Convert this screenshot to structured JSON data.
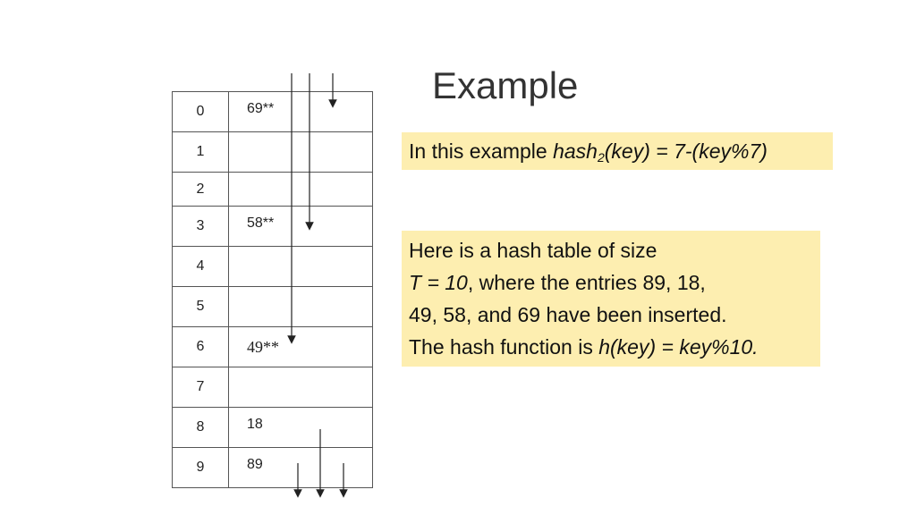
{
  "title": "Example",
  "table": {
    "rows": [
      {
        "index": "0",
        "value": "69**"
      },
      {
        "index": "1",
        "value": ""
      },
      {
        "index": "2",
        "value": ""
      },
      {
        "index": "3",
        "value": "58**"
      },
      {
        "index": "4",
        "value": ""
      },
      {
        "index": "5",
        "value": ""
      },
      {
        "index": "6",
        "value": "49**"
      },
      {
        "index": "7",
        "value": ""
      },
      {
        "index": "8",
        "value": "18"
      },
      {
        "index": "9",
        "value": "89"
      }
    ]
  },
  "note1": {
    "prefix": "In this example ",
    "hash_name": "hash",
    "hash_sub": "2",
    "formula": "(key) = 7-(key%7)"
  },
  "note2": {
    "line1": "Here is a hash table of size",
    "size_expr": "T = 10",
    "line2_rest": ", where the entries 89, 18,",
    "line3": "49, 58, and 69 have been inserted.",
    "line4_prefix": "The hash function is ",
    "hash_func": "h(key) = key%10."
  },
  "colors": {
    "note_background": "#fdeeb0",
    "border": "#555555",
    "arrow": "#222222"
  }
}
